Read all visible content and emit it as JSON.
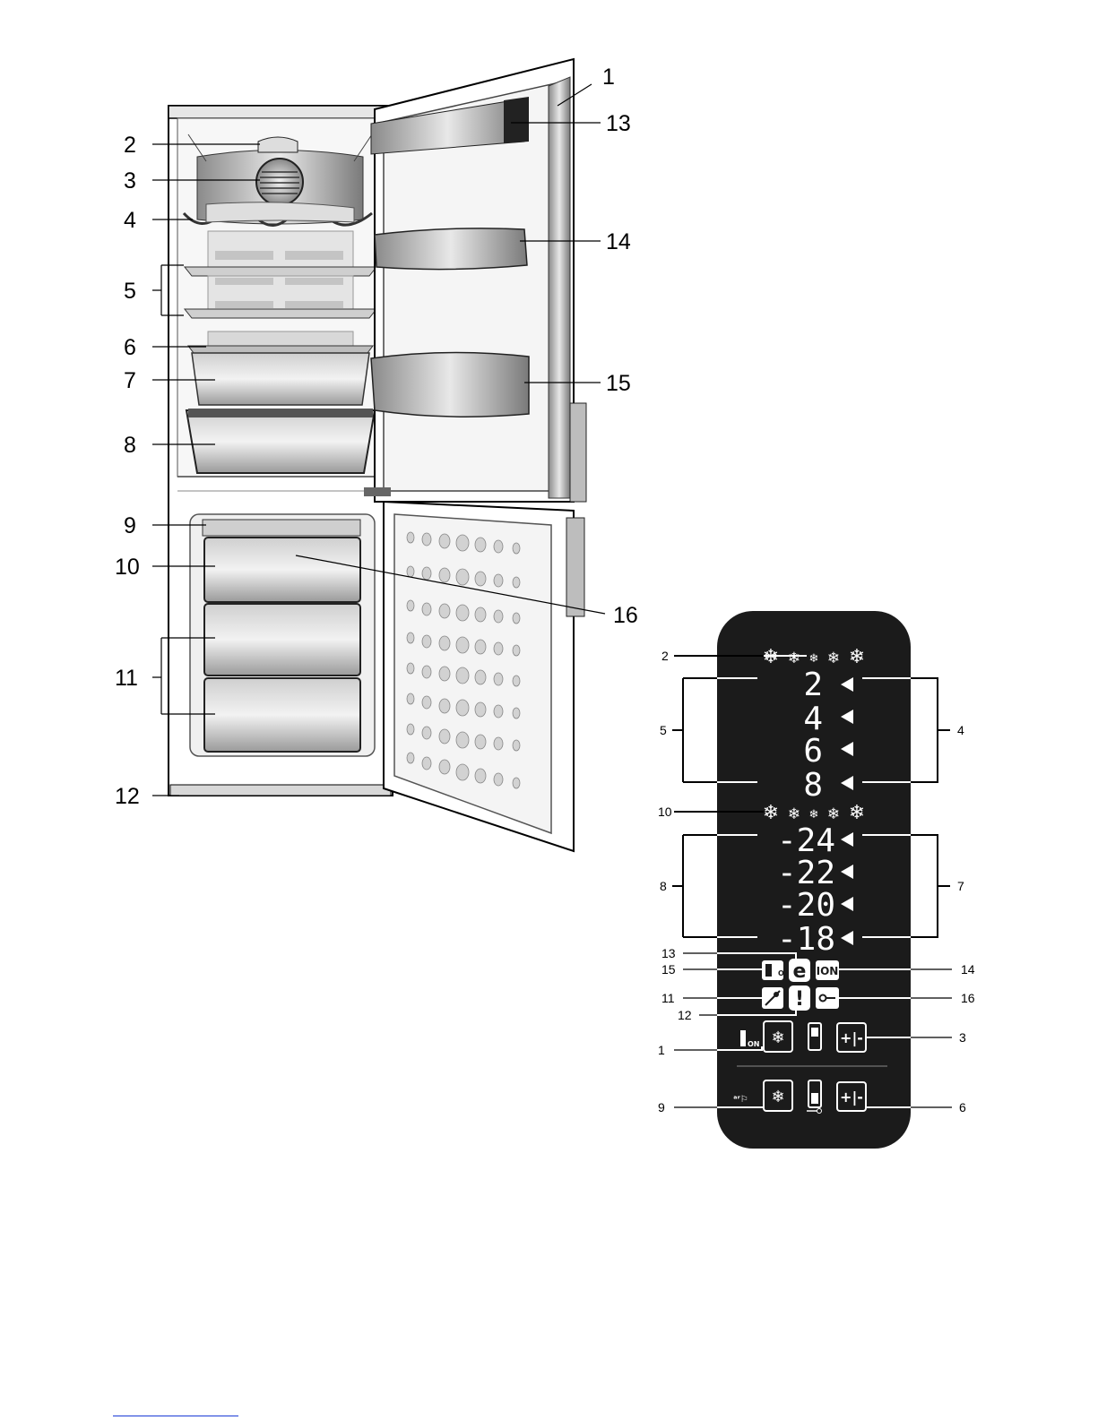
{
  "fridge_callouts": [
    "1",
    "2",
    "3",
    "4",
    "5",
    "6",
    "7",
    "8",
    "9",
    "10",
    "11",
    "12",
    "13",
    "14",
    "15",
    "16"
  ],
  "panel_callouts": [
    "1",
    "2",
    "3",
    "4",
    "5",
    "6",
    "7",
    "8",
    "9",
    "10",
    "11",
    "12",
    "13",
    "14",
    "15",
    "16"
  ],
  "fridge_temps": [
    "2",
    "4",
    "6",
    "8"
  ],
  "freezer_temps": [
    "-24",
    "-22",
    "-20",
    "-18"
  ],
  "icons": {
    "ion": "ION",
    "eco": "e",
    "alarm": "!",
    "on_label": "ON"
  },
  "colors": {
    "panel": "#1b1b1b",
    "ink": "#000000"
  }
}
